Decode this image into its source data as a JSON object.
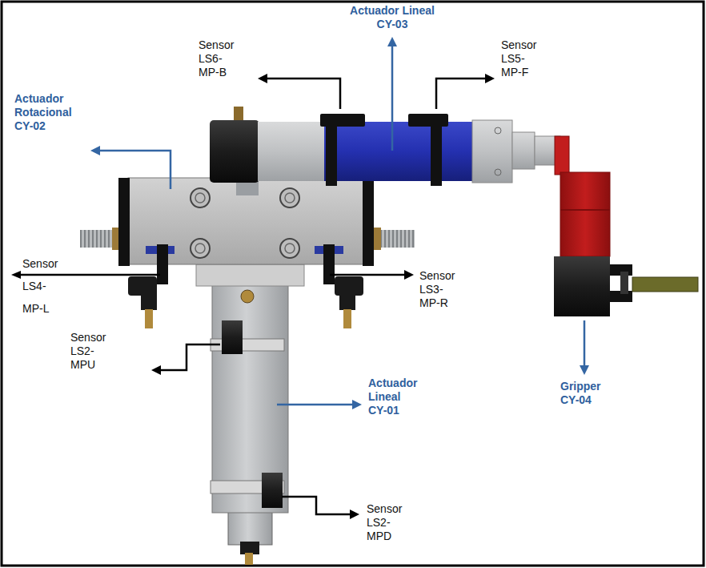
{
  "diagram": {
    "labels": [
      "Actuador Lineal CY-03",
      "Sensor LS6-MP-B",
      "Sensor LS5-MP-F",
      "Actuador Rotacional CY-02",
      "Sensor LS4-MP-L",
      "Sensor LS3-MP-R",
      "Sensor LS2-MPU",
      "Actuador Lineal CY-01",
      "Sensor LS2-MPD",
      "Gripper CY-04"
    ]
  }
}
